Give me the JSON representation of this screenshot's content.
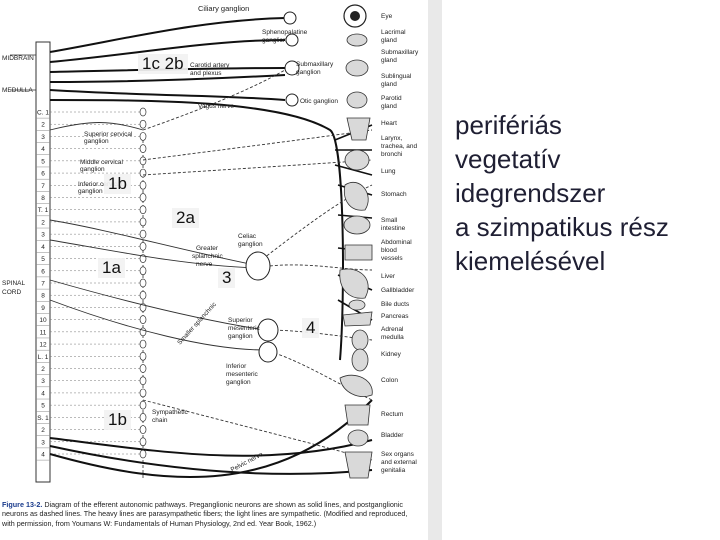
{
  "title_lines": [
    "perifériás",
    "vegetatív",
    "idegrendszer",
    "a szimpatikus rész",
    "kiemelésével"
  ],
  "overlay_labels": {
    "l1c2b": "1c 2b",
    "l1b_top": "1b",
    "l2a": "2a",
    "l1a": "1a",
    "l3": "3",
    "l4": "4",
    "l1b_bottom": "1b"
  },
  "cns_labels": {
    "midbrain": "MIDBRAIN",
    "medulla": "MEDULLA",
    "spinal": "SPINAL",
    "cord": "CORD"
  },
  "ganglia_labels": {
    "ciliary": "Ciliary ganglion",
    "spheno1": "Sphenopalatine",
    "spheno2": "ganglion",
    "carotid1": "Carotid artery",
    "carotid2": "and plexus",
    "submax1": "Submaxillary",
    "submax2": "ganglion",
    "otic": "Otic ganglion",
    "vagus": "Vagus nerve",
    "sup_cerv1": "Superior cervical",
    "sup_cerv2": "ganglion",
    "mid_cerv1": "Middle cervical",
    "mid_cerv2": "ganglion",
    "inf_cerv1": "Inferior cervical",
    "inf_cerv2": "ganglion",
    "celiac1": "Celiac",
    "celiac2": "ganglion",
    "greater1": "Greater",
    "greater2": "splanchnic",
    "greater3": "nerve",
    "smaller": "Smaller splanchnic",
    "sup_mes1": "Superior",
    "sup_mes2": "mesenteric",
    "sup_mes3": "ganglion",
    "inf_mes1": "Inferior",
    "inf_mes2": "mesenteric",
    "inf_mes3": "ganglion",
    "symp1": "Sympathetic",
    "symp2": "chain",
    "pelvic": "Pelvic nerve"
  },
  "organs": [
    {
      "id": "eye",
      "lines": [
        "Eye"
      ]
    },
    {
      "id": "lacrimal",
      "lines": [
        "Lacrimal",
        "gland"
      ]
    },
    {
      "id": "submaxillary",
      "lines": [
        "Submaxillary",
        "gland"
      ]
    },
    {
      "id": "sublingual",
      "lines": [
        "Sublingual",
        "gland"
      ]
    },
    {
      "id": "parotid",
      "lines": [
        "Parotid",
        "gland"
      ]
    },
    {
      "id": "heart",
      "lines": [
        "Heart"
      ]
    },
    {
      "id": "larynx",
      "lines": [
        "Larynx,",
        "trachea, and",
        "bronchi"
      ]
    },
    {
      "id": "lung",
      "lines": [
        "Lung"
      ]
    },
    {
      "id": "stomach",
      "lines": [
        "Stomach"
      ]
    },
    {
      "id": "small_intestine",
      "lines": [
        "Small",
        "intestine"
      ]
    },
    {
      "id": "abdominal",
      "lines": [
        "Abdominal",
        "blood",
        "vessels"
      ]
    },
    {
      "id": "liver",
      "lines": [
        "Liver"
      ]
    },
    {
      "id": "gallbladder",
      "lines": [
        "Gallbladder"
      ]
    },
    {
      "id": "bile",
      "lines": [
        "Bile ducts"
      ]
    },
    {
      "id": "pancreas",
      "lines": [
        "Pancreas"
      ]
    },
    {
      "id": "adrenal",
      "lines": [
        "Adrenal",
        "medulla"
      ]
    },
    {
      "id": "kidney",
      "lines": [
        "Kidney"
      ]
    },
    {
      "id": "colon",
      "lines": [
        "Colon"
      ]
    },
    {
      "id": "rectum",
      "lines": [
        "Rectum"
      ]
    },
    {
      "id": "bladder",
      "lines": [
        "Bladder"
      ]
    },
    {
      "id": "sex",
      "lines": [
        "Sex organs",
        "and external",
        "genitalia"
      ]
    }
  ],
  "segments": [
    "C. 1",
    "2",
    "3",
    "4",
    "5",
    "6",
    "7",
    "8",
    "T. 1",
    "2",
    "3",
    "4",
    "5",
    "6",
    "7",
    "8",
    "9",
    "10",
    "11",
    "12",
    "L. 1",
    "2",
    "3",
    "4",
    "5",
    "S. 1",
    "2",
    "3",
    "4"
  ],
  "caption": {
    "figure": "Figure 13-2.",
    "text": " Diagram of the efferent autonomic pathways. Preganglionic neurons are shown as solid lines, and postganglionic neurons as dashed lines. The heavy lines are parasympathetic fibers; the light lines are sympathetic. (Modified and reproduced, with permission, from Youmans W: Fundamentals of Human Physiology, 2nd ed. Year Book, 1962.)"
  }
}
